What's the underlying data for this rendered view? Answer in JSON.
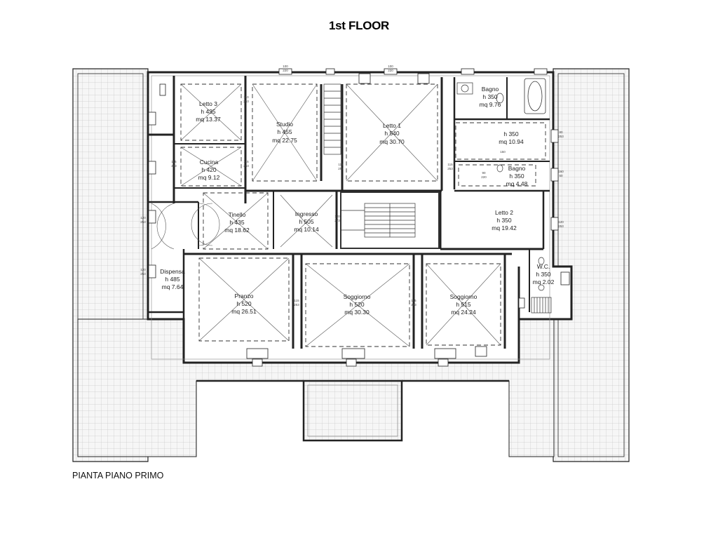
{
  "title": "1st FLOOR",
  "caption": "PIANTA PIANO PRIMO",
  "rooms": [
    {
      "id": "letto3",
      "name": "Letto 3",
      "height": "h 435",
      "area": "mq 13.37"
    },
    {
      "id": "studio",
      "name": "Studio",
      "height": "h 455",
      "area": "mq 22.75"
    },
    {
      "id": "letto1",
      "name": "Letto 1",
      "height": "h 540",
      "area": "mq 30.70"
    },
    {
      "id": "bagno1",
      "name": "Bagno",
      "height": "h 350",
      "area": "mq 9.76"
    },
    {
      "id": "corridoio",
      "name": "",
      "height": "h 350",
      "area": "mq 10.94"
    },
    {
      "id": "bagno2",
      "name": "Bagno",
      "height": "h 350",
      "area": "mq 4.48"
    },
    {
      "id": "cucina",
      "name": "Cucina",
      "height": "h 420",
      "area": "mq 9.12"
    },
    {
      "id": "tinello",
      "name": "Tinello",
      "height": "h 435",
      "area": "mq 18.62"
    },
    {
      "id": "ingresso",
      "name": "Ingresso",
      "height": "h 505",
      "area": "mq 10.14"
    },
    {
      "id": "letto2",
      "name": "Letto 2",
      "height": "h 350",
      "area": "mq 19.42"
    },
    {
      "id": "dispensa",
      "name": "Dispensa",
      "height": "h 485",
      "area": "mq 7.64"
    },
    {
      "id": "wc",
      "name": "W.C.",
      "height": "h 350",
      "area": "mq 2.02"
    },
    {
      "id": "pranzo",
      "name": "Pranzo",
      "height": "h 520",
      "area": "mq 26.51"
    },
    {
      "id": "soggiorno1",
      "name": "Soggiorno",
      "height": "h 520",
      "area": "mq 30.30"
    },
    {
      "id": "soggiorno2",
      "name": "Soggiorno",
      "height": "h 515",
      "area": "mq 24.24"
    }
  ],
  "dimensions": [
    "100",
    "220",
    "110",
    "115",
    "253",
    "150",
    "120",
    "90",
    "60",
    "120",
    "115",
    "253",
    "115",
    "253",
    "115",
    "253",
    "115",
    "253",
    "120",
    "273",
    "100",
    "253",
    "130",
    "160",
    "140",
    "100",
    "80",
    "220",
    "120"
  ],
  "colors": {
    "line": "#222222",
    "terrace_fill": "#f4f4f4",
    "tile": "#bbbbbb"
  }
}
